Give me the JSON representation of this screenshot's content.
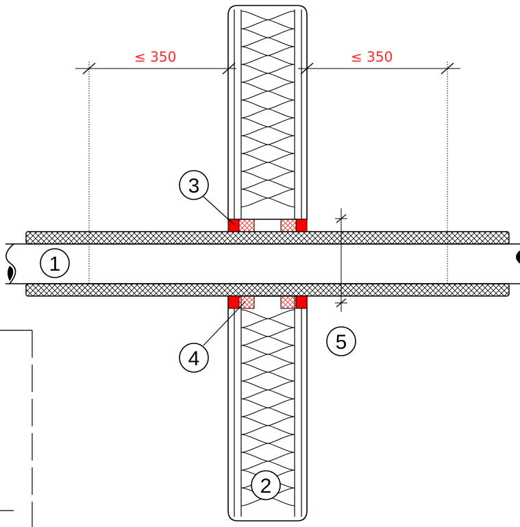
{
  "dimensions": {
    "left_label": "≤ 350",
    "right_label": "≤ 350"
  },
  "callouts": {
    "c1": "1",
    "c2": "2",
    "c3": "3",
    "c4": "4",
    "c5": "5"
  },
  "colors": {
    "seal": "#ff0000",
    "seal_hatch": "#ff3030",
    "dimension_text": "#ff2a2a",
    "line": "#000000"
  }
}
